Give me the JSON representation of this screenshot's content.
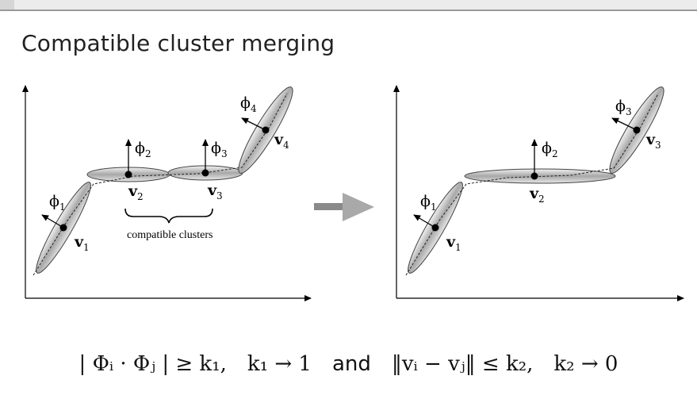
{
  "title": "Compatible cluster merging",
  "left_panel": {
    "phi_labels": [
      "1",
      "2",
      "3",
      "4"
    ],
    "v_labels": [
      "1",
      "2",
      "3",
      "4"
    ],
    "bracket_caption": "compatible clusters"
  },
  "right_panel": {
    "phi_labels": [
      "1",
      "2",
      "3"
    ],
    "v_labels": [
      "1",
      "2",
      "3"
    ]
  },
  "formula": {
    "part1": "| Φᵢ · Φⱼ | ≥ k₁,",
    "part2": "k₁ → 1",
    "connector": "and",
    "part3": "‖vᵢ − vⱼ‖ ≤ k₂,",
    "part4": "k₂ → 0"
  }
}
